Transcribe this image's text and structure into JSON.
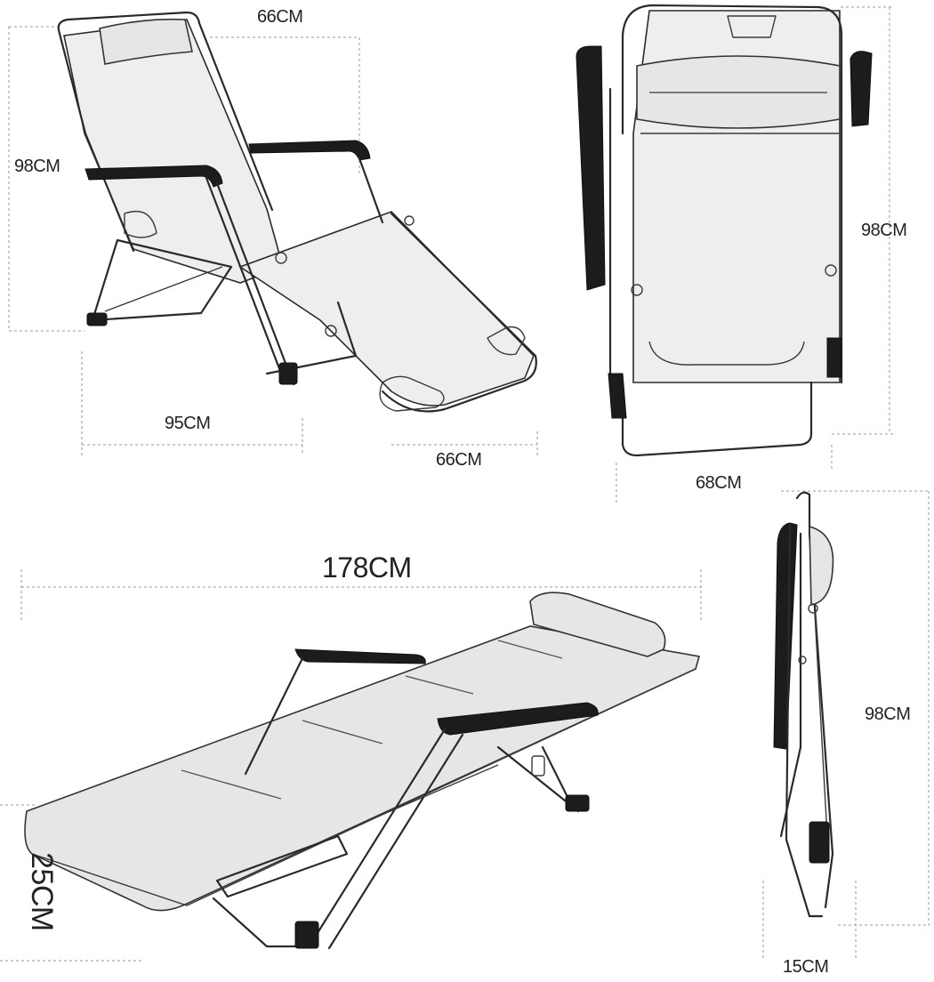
{
  "views": {
    "reclined": {
      "width_top": "66CM",
      "height": "98CM",
      "length": "95CM",
      "width_bottom": "66CM"
    },
    "front": {
      "height": "98CM",
      "width": "68CM"
    },
    "flat": {
      "length": "178CM",
      "height": "25CM"
    },
    "folded": {
      "height": "98CM",
      "depth": "15CM"
    }
  }
}
